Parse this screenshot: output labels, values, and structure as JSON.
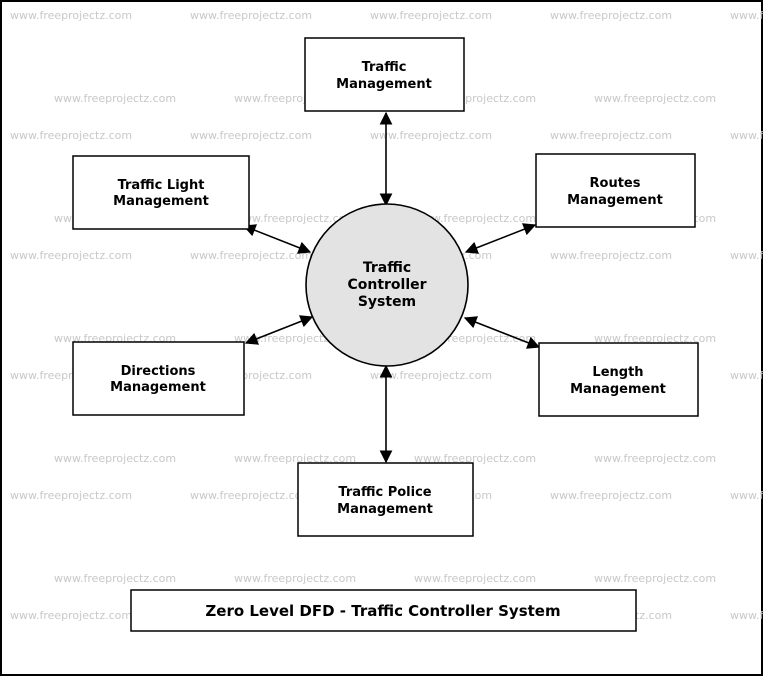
{
  "watermark": "www.freeprojectz.com",
  "center": {
    "lines": [
      "Traffic",
      "Controller",
      "System"
    ],
    "fill": "#e3e3e3"
  },
  "entities": [
    {
      "id": "traffic-management",
      "lines": [
        "Traffic",
        "Management"
      ]
    },
    {
      "id": "traffic-light-management",
      "lines": [
        "Traffic Light",
        "Management"
      ]
    },
    {
      "id": "routes-management",
      "lines": [
        "Routes",
        "Management"
      ]
    },
    {
      "id": "directions-management",
      "lines": [
        "Directions",
        "Management"
      ]
    },
    {
      "id": "length-management",
      "lines": [
        "Length",
        "Management"
      ]
    },
    {
      "id": "traffic-police-management",
      "lines": [
        "Traffic Police",
        "Management"
      ]
    }
  ],
  "title": "Zero Level DFD - Traffic Controller System"
}
